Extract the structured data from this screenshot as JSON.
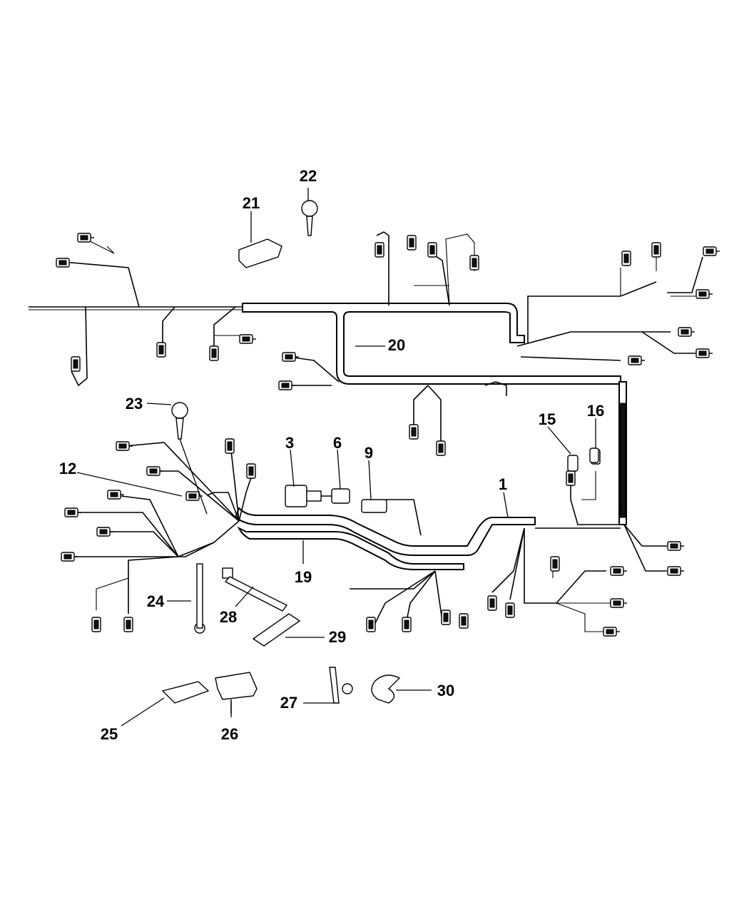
{
  "callouts": {
    "c1": "1",
    "c3": "3",
    "c6": "6",
    "c9": "9",
    "c12": "12",
    "c15": "15",
    "c16": "16",
    "c19": "19",
    "c20": "20",
    "c21": "21",
    "c22": "22",
    "c23": "23",
    "c24": "24",
    "c25": "25",
    "c26": "26",
    "c27": "27",
    "c28": "28",
    "c29": "29",
    "c30": "30"
  }
}
